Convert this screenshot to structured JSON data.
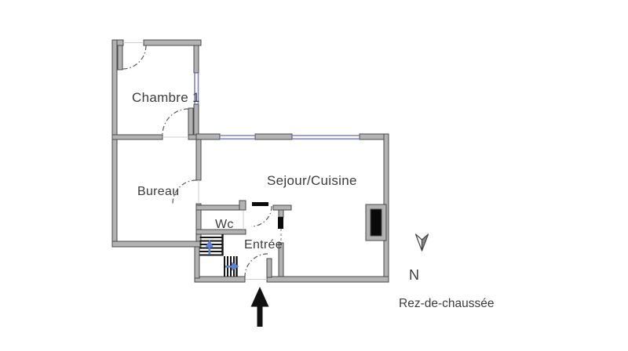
{
  "floor": {
    "label": "Rez-de-chaussée"
  },
  "compass": {
    "north_label": "N"
  },
  "rooms": {
    "chambre1": {
      "label": "Chambre 1"
    },
    "bureau": {
      "label": "Bureau"
    },
    "sejour": {
      "label": "Sejour/Cuisine"
    },
    "wc": {
      "label": "Wc"
    },
    "entree": {
      "label": "Entrée"
    }
  },
  "colors": {
    "wall_fill": "#b3b3b3",
    "wall_stroke": "#4a4a4a",
    "window": "#8383bd",
    "door_leaf": "#0a0a0a",
    "stair_arrow": "#5b82d6",
    "entrance_arrow": "#111111",
    "text": "#3c3c3c"
  }
}
